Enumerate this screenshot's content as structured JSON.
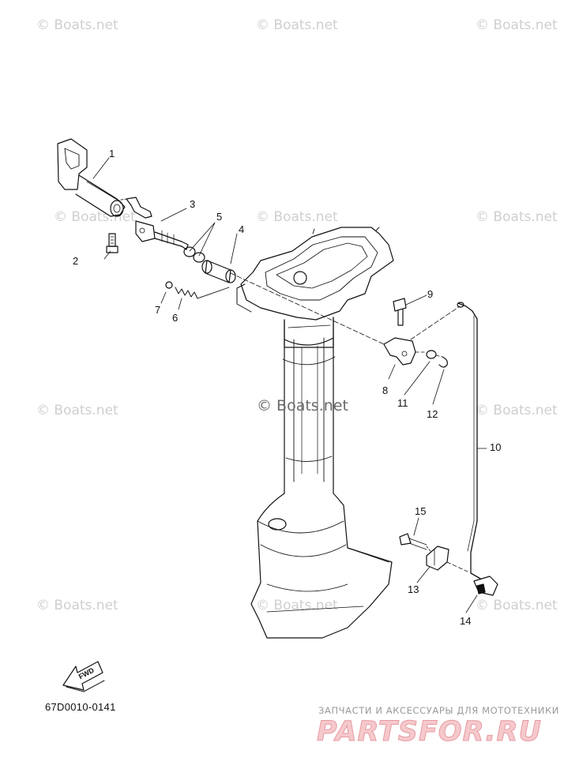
{
  "watermark_text": "© Boats.net",
  "main_watermark": "© Boats.net",
  "diagram_code": "67D0010-0141",
  "fwd_label": "FWD",
  "ad": {
    "tagline": "ЗАПЧАСТИ И АКСЕССУАРЫ ДЛЯ МОТОТЕХНИКИ",
    "logo": "PARTSFOR.RU"
  },
  "callouts": [
    "1",
    "2",
    "3",
    "4",
    "5",
    "6",
    "7",
    "8",
    "9",
    "10",
    "11",
    "12",
    "13",
    "14",
    "15"
  ]
}
